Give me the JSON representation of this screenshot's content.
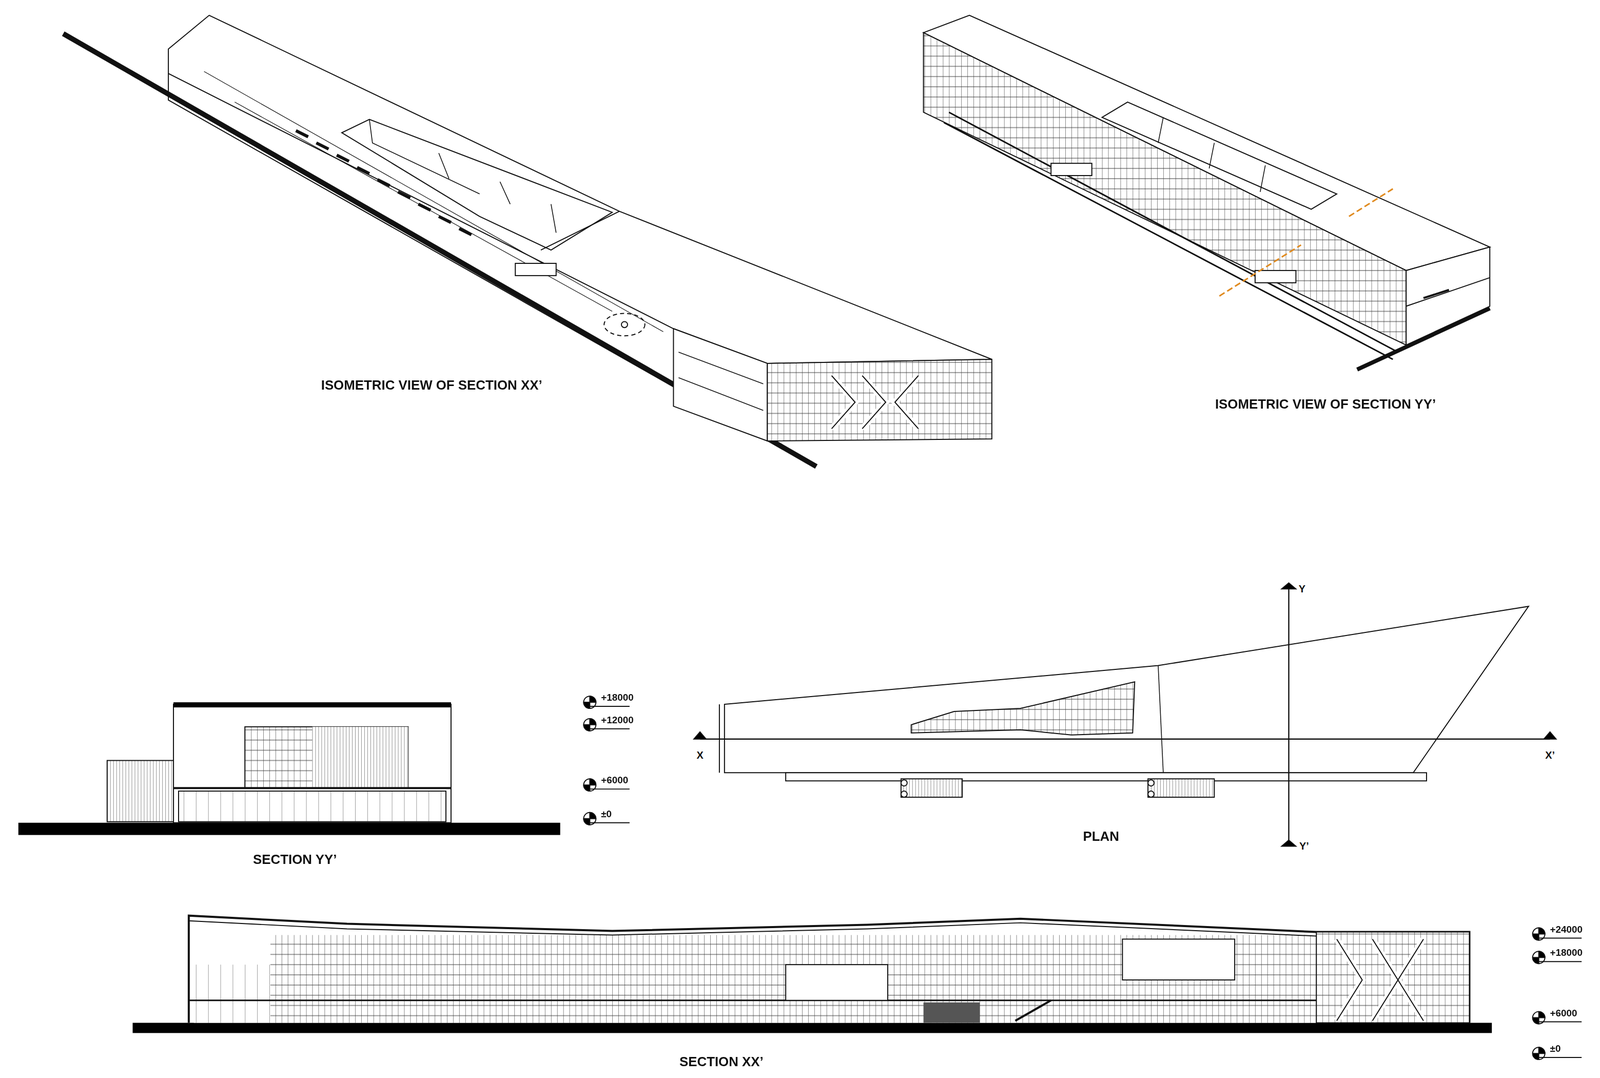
{
  "diagram": {
    "labels": [
      "ISOMETRIC VIEW OF SECTION XX’",
      "ISOMETRIC VIEW OF SECTION YY’",
      "Y",
      "+18000",
      "+12000",
      "X",
      "X’",
      "+6000",
      "±0",
      "PLAN",
      "Y’",
      "SECTION YY’",
      "+24000",
      "+18000",
      "+6000",
      "±0",
      "SECTION XX’"
    ]
  }
}
